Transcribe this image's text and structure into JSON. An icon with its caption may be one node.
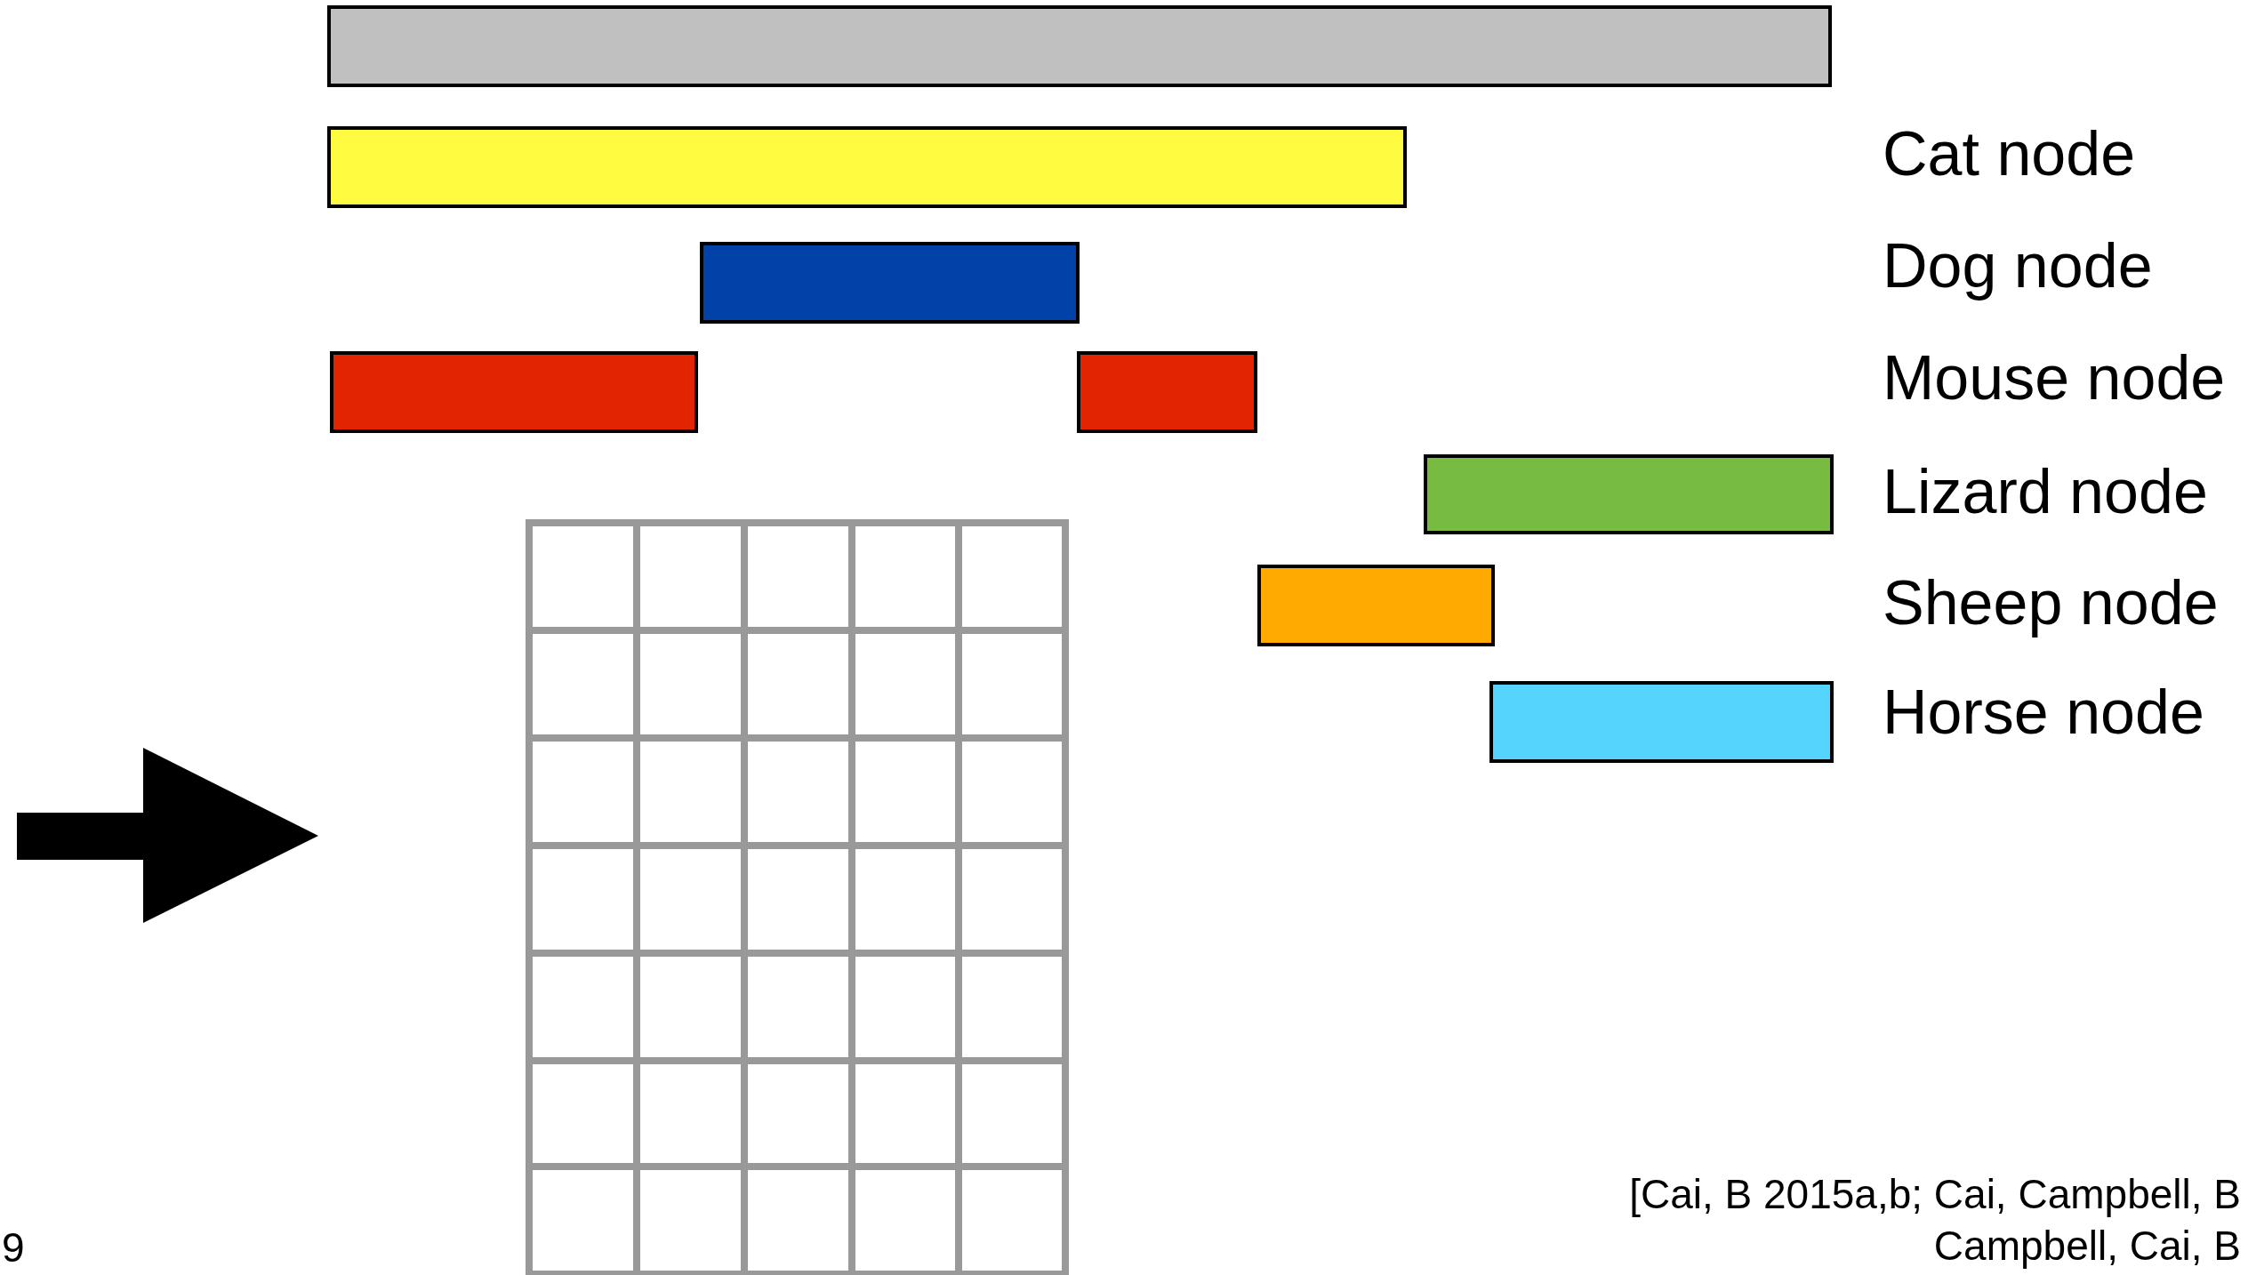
{
  "diagram": {
    "nodes": [
      {
        "text": [],
        "shape": "bar"
      },
      {
        "text": [],
        "shape": "bar"
      },
      {
        "text": [],
        "shape": "bar"
      },
      {
        "text": [],
        "shape": "bar"
      },
      {
        "text": [],
        "shape": "bar"
      },
      {
        "text": [],
        "shape": "bar"
      },
      {
        "text": [],
        "shape": "bar"
      },
      {
        "text": [],
        "shape": "bar"
      }
    ],
    "labels": [
      "Cat node",
      "Dog node",
      "Mouse node",
      "Lizard node",
      "Sheep node",
      "Horse node",
      "[Cai, B 2015a,b; Cai, Campbell, B",
      "9",
      "Campbell, Cai, B"
    ]
  }
}
